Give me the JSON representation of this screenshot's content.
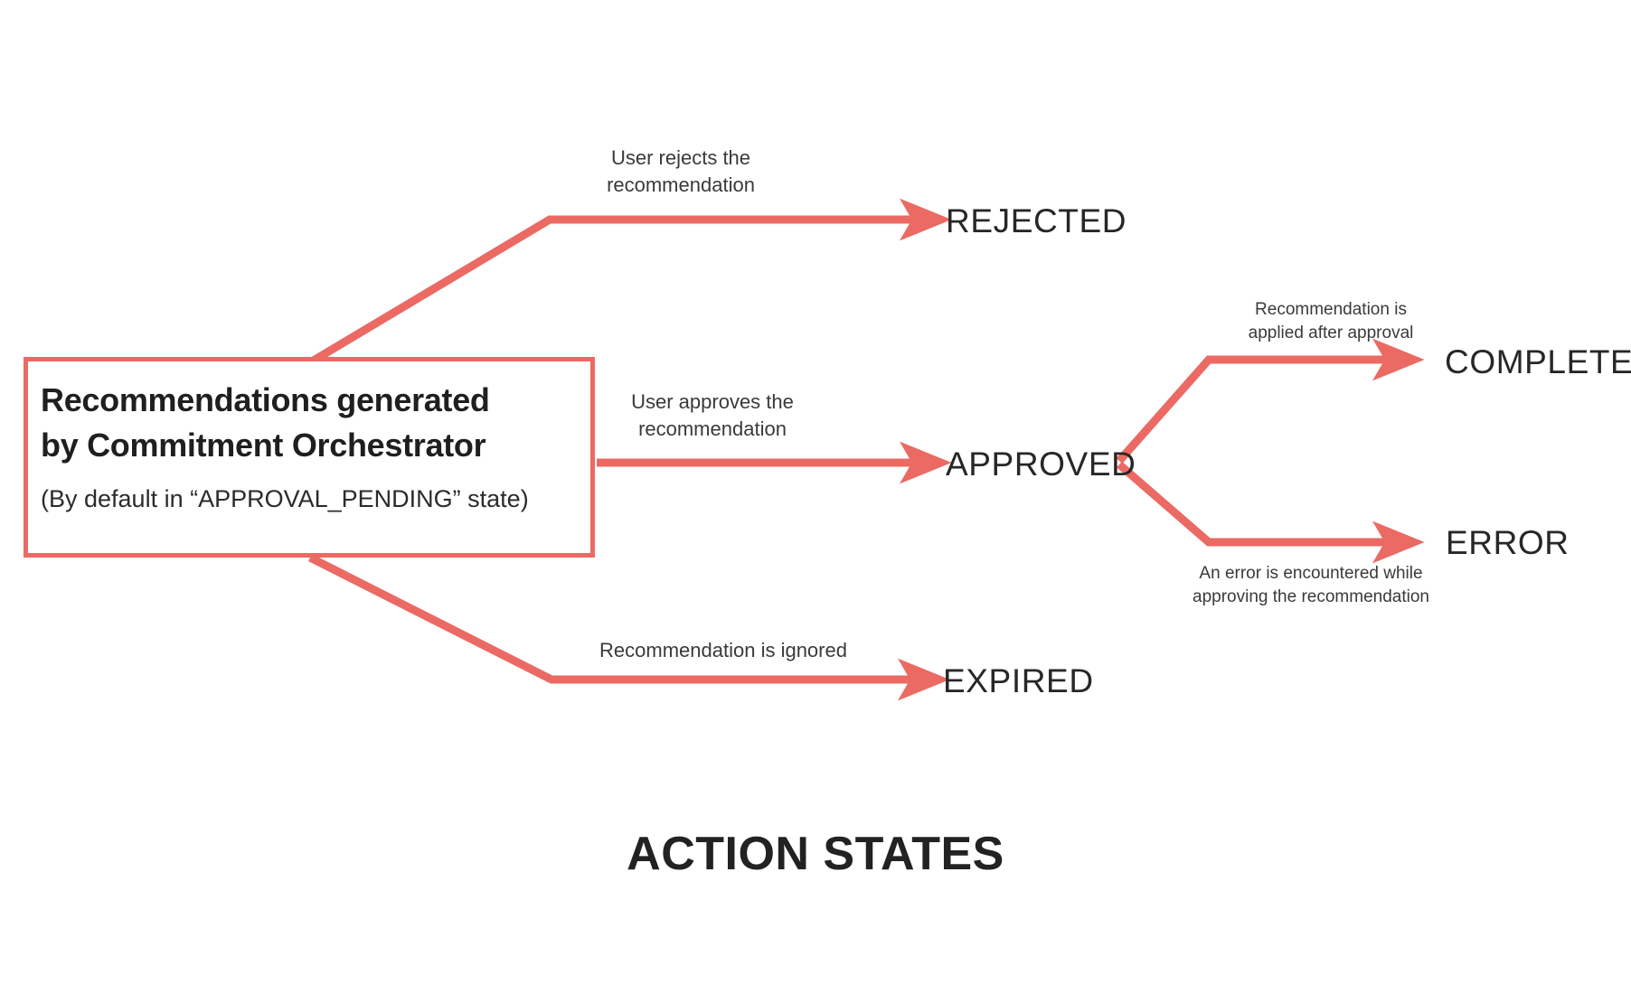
{
  "diagram": {
    "caption": "ACTION STATES",
    "accent_color": "#eb6a63",
    "text_color": "#272727",
    "background": "#ffffff",
    "source_node": {
      "title_line1": "Recommendations generated",
      "title_line2": "by Commitment Orchestrator",
      "subtitle": "(By default in “APPROVAL_PENDING” state)"
    },
    "states": [
      {
        "id": "rejected",
        "label": "REJECTED"
      },
      {
        "id": "approved",
        "label": "APPROVED"
      },
      {
        "id": "expired",
        "label": "EXPIRED"
      },
      {
        "id": "completed",
        "label": "COMPLETED"
      },
      {
        "id": "error",
        "label": "ERROR"
      }
    ],
    "transitions": [
      {
        "id": "to-rejected",
        "from": "source",
        "to": "REJECTED",
        "label": "User rejects the\nrecommendation"
      },
      {
        "id": "to-approved",
        "from": "source",
        "to": "APPROVED",
        "label": "User approves the\nrecommendation"
      },
      {
        "id": "to-expired",
        "from": "source",
        "to": "EXPIRED",
        "label": "Recommendation is ignored"
      },
      {
        "id": "to-completed",
        "from": "APPROVED",
        "to": "COMPLETED",
        "label": "Recommendation is\napplied after approval"
      },
      {
        "id": "to-error",
        "from": "APPROVED",
        "to": "ERROR",
        "label": "An error is encountered while\napproving the recommendation"
      }
    ]
  }
}
